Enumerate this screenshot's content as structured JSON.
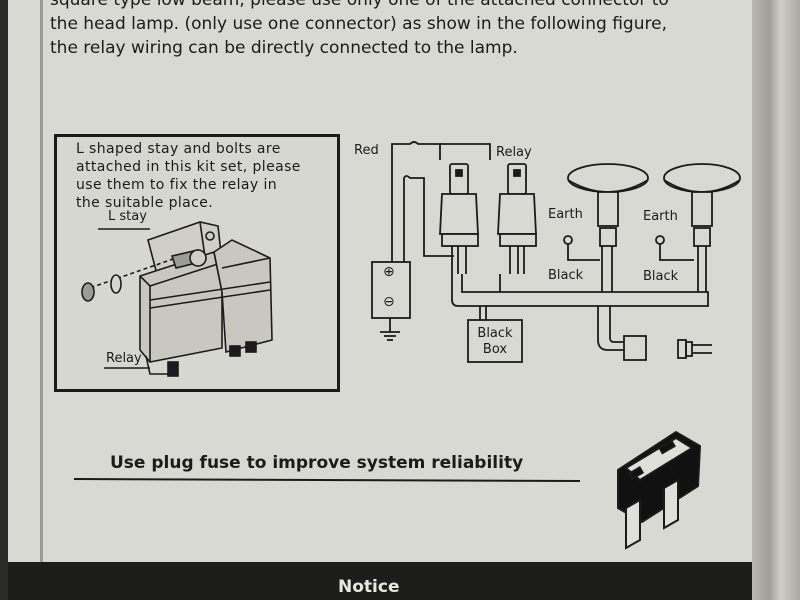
{
  "intro": {
    "line1": "square type low beam, please use only one of the attached connector to",
    "line2": "the head lamp.  (only use one connector) as show in the following figure,",
    "line3": "the relay wiring can be directly connected to the lamp."
  },
  "inset": {
    "text_lines": [
      "L shaped stay and bolts are",
      "attached in this kit set, please",
      "use them to fix the relay in",
      "the suitable place."
    ],
    "stay_label": "L stay",
    "relay_label": "Relay"
  },
  "wiring": {
    "red_label": "Red",
    "relay_label": "Relay",
    "earth_left": "Earth",
    "earth_right": "Earth",
    "black_left": "Black",
    "black_right": "Black",
    "black_box_line1": "Black",
    "black_box_line2": "Box",
    "battery_plus": "⊕",
    "battery_minus": "⊖"
  },
  "fuse_note": "Use plug fuse to improve system reliability",
  "notice": "Notice"
}
